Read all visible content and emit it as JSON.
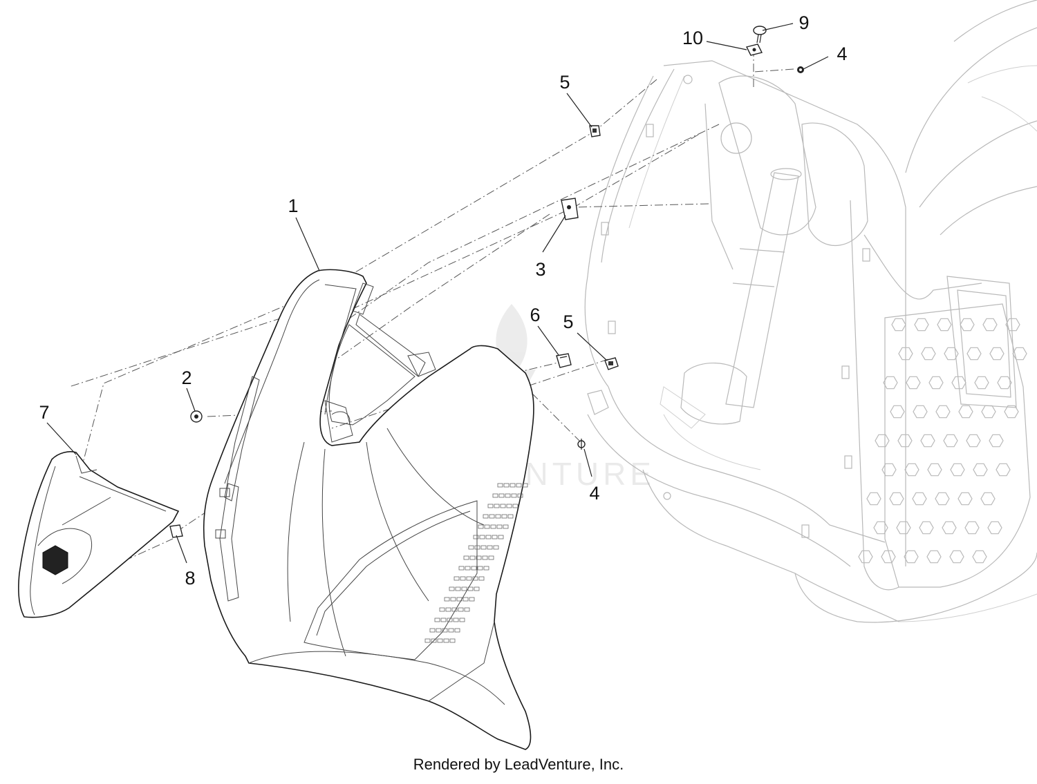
{
  "footer": "Rendered by LeadVenture, Inc.",
  "watermark": "LEADVENTURE",
  "callouts": [
    {
      "id": "c1",
      "label": "1"
    },
    {
      "id": "c2",
      "label": "2"
    },
    {
      "id": "c3",
      "label": "3"
    },
    {
      "id": "c4a",
      "label": "4"
    },
    {
      "id": "c4b",
      "label": "4"
    },
    {
      "id": "c5a",
      "label": "5"
    },
    {
      "id": "c5b",
      "label": "5"
    },
    {
      "id": "c6",
      "label": "6"
    },
    {
      "id": "c7",
      "label": "7"
    },
    {
      "id": "c8",
      "label": "8"
    },
    {
      "id": "c9",
      "label": "9"
    },
    {
      "id": "c10",
      "label": "10"
    }
  ]
}
